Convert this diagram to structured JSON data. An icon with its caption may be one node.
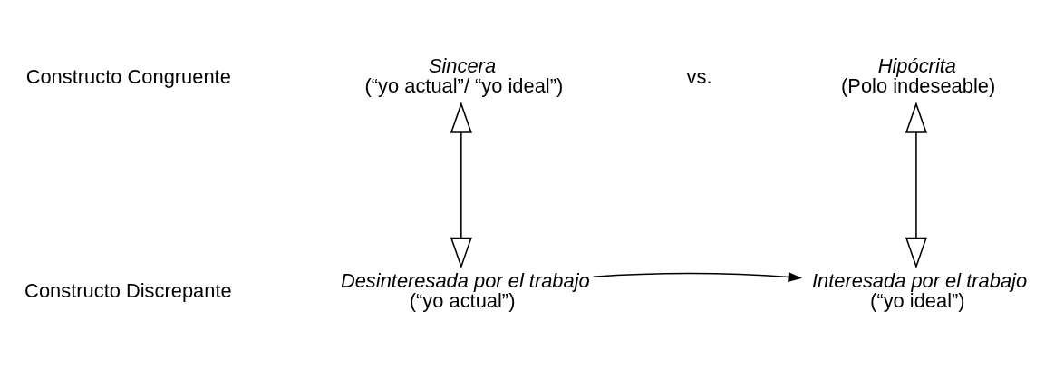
{
  "diagram": {
    "nodes": [
      {
        "text": [
          "Sincera",
          "(“yo actual”/ “yo ideal”)"
        ]
      },
      {
        "text": [
          "Hipócrita",
          "(Polo indeseable)"
        ]
      },
      {
        "text": [
          "Desinteresada por el trabajo",
          "(“yo actual”)"
        ]
      },
      {
        "text": [
          "Interesada por el trabajo",
          "(“yo ideal”)"
        ]
      }
    ],
    "edges": [
      {
        "from": 0,
        "to": 2,
        "arrow": "both"
      },
      {
        "from": 1,
        "to": 3,
        "arrow": "both"
      },
      {
        "from": 2,
        "to": 3,
        "arrow": "to"
      }
    ],
    "labels": [
      "Constructo Congruente",
      "vs.",
      "Constructo Discrepante"
    ]
  }
}
